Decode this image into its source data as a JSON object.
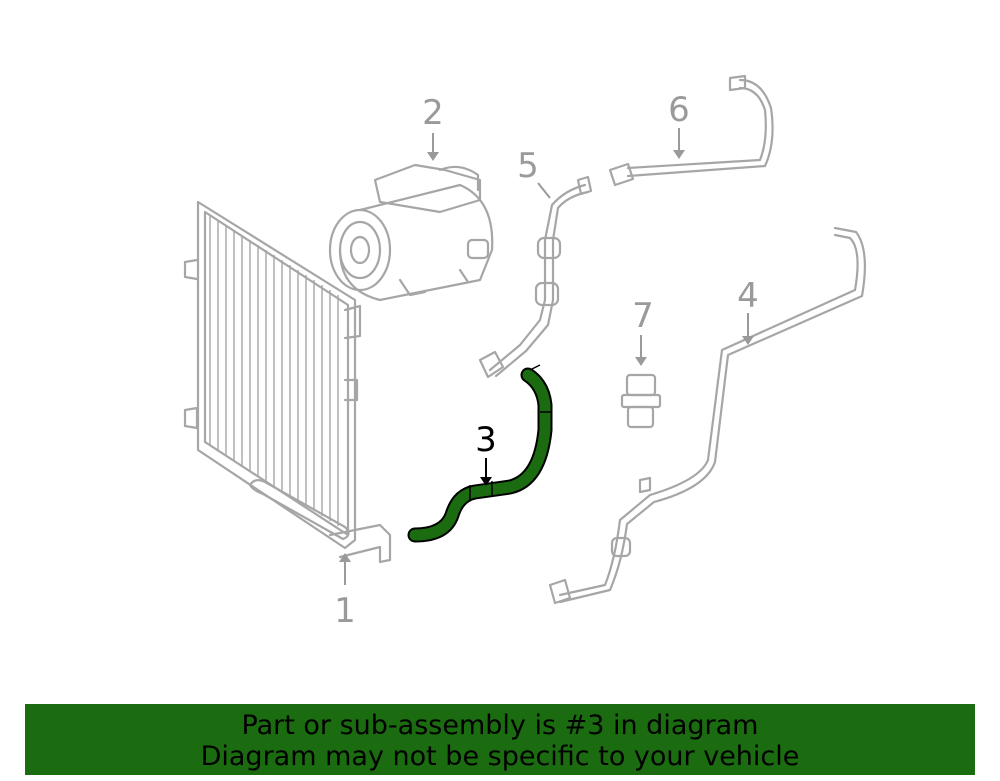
{
  "callouts": {
    "c1": "1",
    "c2": "2",
    "c3": "3",
    "c4": "4",
    "c5": "5",
    "c6": "6",
    "c7": "7"
  },
  "highlighted_part": "3",
  "colors": {
    "highlight": "#1b6b10",
    "part_line": "#a6a6a6",
    "banner_bg": "#1b6b10"
  },
  "banner": {
    "line1": "Part or sub-assembly is #3 in diagram",
    "line2": "Diagram may not be specific to your vehicle"
  }
}
